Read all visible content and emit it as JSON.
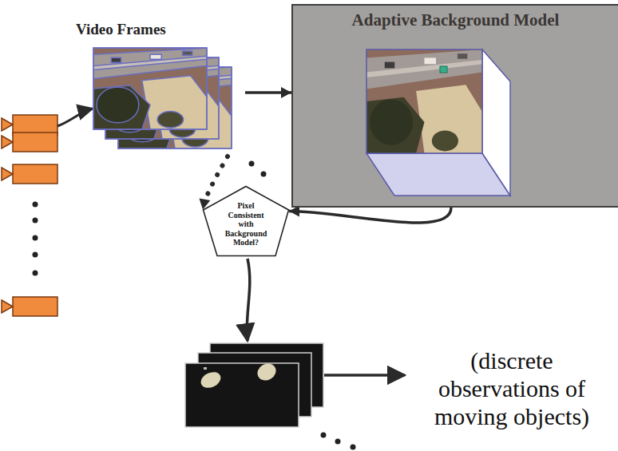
{
  "diagram": {
    "nodes": [
      {
        "text": [
          "Video Frames"
        ]
      },
      {
        "text": [
          "Adaptive Background Model"
        ]
      },
      {
        "text": [
          "Pixel Consistent with Background Model?"
        ]
      }
    ],
    "edges": [
      {
        "from": 0,
        "to": 1,
        "arrow": "to"
      },
      {
        "from": 1,
        "to": 2,
        "arrow": "to"
      },
      {
        "from": 0,
        "to": 2,
        "arrow": "to"
      }
    ],
    "labels": [
      "(discrete observations of moving objects)"
    ]
  }
}
